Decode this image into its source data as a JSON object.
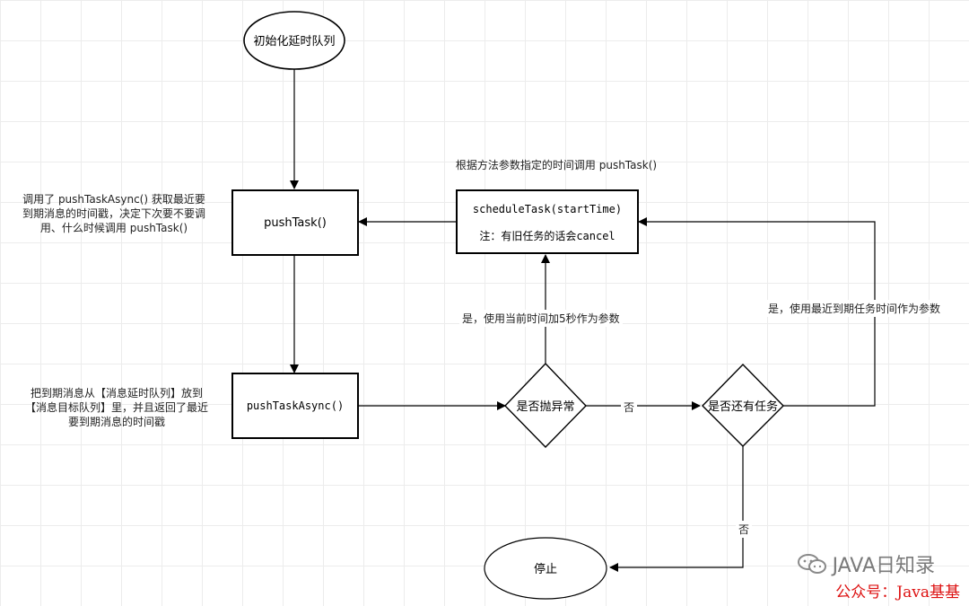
{
  "nodes": {
    "init": "初始化延时队列",
    "push_task": "pushTask()",
    "schedule_task": "scheduleTask(startTime)",
    "schedule_note": "注：有旧任务的话会cancel",
    "push_task_async": "pushTaskAsync()",
    "decision_exception": "是否抛异常",
    "decision_has_task": "是否还有任务",
    "stop": "停止"
  },
  "notes": {
    "push_task_note": "调用了 pushTaskAsync() 获取最近要到期消息的时间戳，决定下次要不要调用、什么时候调用 pushTask()",
    "push_task_async_note": "把到期消息从【消息延时队列】放到【消息目标队列】里，并且返回了最近要到期消息的时间戳",
    "schedule_caption": "根据方法参数指定的时间调用 pushTask()"
  },
  "edge_labels": {
    "exception_yes": "是，使用当前时间加5秒作为参数",
    "exception_no": "否",
    "has_task_yes": "是，使用最近到期任务时间作为参数",
    "has_task_no": "否"
  },
  "watermark": {
    "brand": "JAVA日知录",
    "footer": "公众号：Java基基"
  },
  "colors": {
    "stroke": "#000000",
    "footer_text": "#dd1111",
    "watermark_text": "#7a7a7a"
  }
}
